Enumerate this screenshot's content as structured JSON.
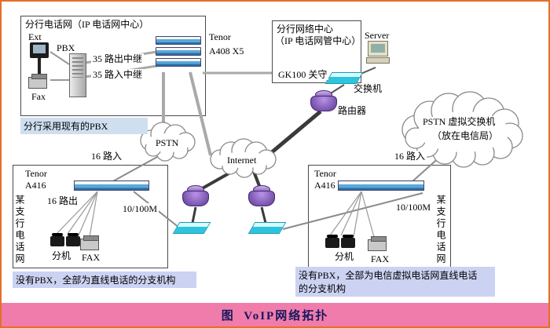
{
  "caption": {
    "text": "图  VoIP网络拓扑"
  },
  "colors": {
    "frame": "#e4702a",
    "caption_bg": "#f07cab",
    "caption_text": "#17175e",
    "note_blue": "#cfdff0",
    "note_lavender": "#ccd2f2",
    "switch_cyan": "#2fc4de",
    "router_purple": "#5f3a96",
    "device_blue": "#3f8fc4"
  },
  "icons": {
    "tenor_a408": "stacked-gateway-boxes",
    "tenor_a416": "flat-gateway-bar",
    "switch": "cyan-3d-switch",
    "router": "purple-router",
    "server": "desktop-computer",
    "pbx": "tower-cabinet",
    "phone": "black-desk-phone",
    "fax": "gray-fax-machine",
    "cloud": "cloud-outline"
  },
  "hq": {
    "title": "分行电话网（IP 电话网中心）",
    "ext_label": "Ext",
    "pbx_label": "PBX",
    "fax_label": "Fax",
    "trunk_out": "35 路出中继",
    "trunk_in": "35 路入中继",
    "tenor_line1": "Tenor",
    "tenor_line2": "A408 X5",
    "note": "分行采用现有的PBX"
  },
  "noc": {
    "title_line1": "分行网络中心",
    "title_line2": "（IP 电话网管中心）",
    "server_label": "Server",
    "gatekeeper_label": "GK100 关守",
    "switch_label": "交换机",
    "router_label": "路由器"
  },
  "clouds": {
    "pstn": "PSTN",
    "internet": "Internet",
    "virtual_line1": "PSTN 虚拟交换机",
    "virtual_line2": "（放在电信局）"
  },
  "links": {
    "in16_left": "16 路入",
    "in16_right": "16 路入",
    "out16": "16 路出",
    "lan_left": "10/100M",
    "lan_right": "10/100M"
  },
  "branch_left": {
    "tenor_line1": "Tenor",
    "tenor_line2": "A416",
    "ext_label": "分机",
    "fax_label": "FAX",
    "side_label": "某支行电话网",
    "note": "没有PBX，全部为直线电话的分支机构"
  },
  "branch_right": {
    "tenor_line1": "Tenor",
    "tenor_line2": "A416",
    "ext_label": "分机",
    "fax_label": "FAX",
    "side_label": "某支行电话网",
    "note_line1": "没有PBX，全部为电信虚拟电话网直线电话",
    "note_line2": "的分支机构"
  }
}
